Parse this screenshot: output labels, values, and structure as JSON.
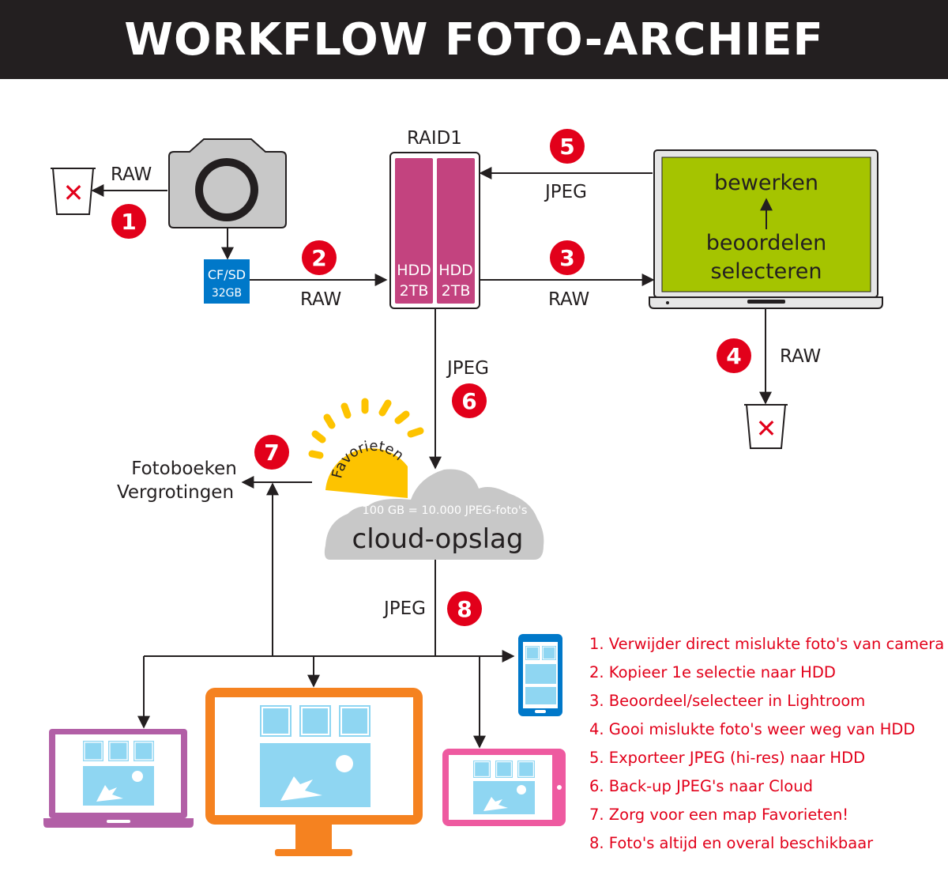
{
  "title": "WORKFLOW FOTO-ARCHIEF",
  "colors": {
    "header_bg": "#231f20",
    "accent_red": "#e2001a",
    "raid_magenta": "#c3437f",
    "laptop_screen_green": "#a5c400",
    "sd_blue": "#0078c9",
    "cloud_grey": "#c8c8c8",
    "sun_yellow": "#fdc300",
    "monitor_orange": "#f58220",
    "photo_lightblue": "#8fd6f2"
  },
  "sd_card": {
    "line1": "CF/SD",
    "line2": "32GB"
  },
  "raid": {
    "label": "RAID1",
    "disks": [
      {
        "line1": "HDD",
        "line2": "2TB"
      },
      {
        "line1": "HDD",
        "line2": "2TB"
      }
    ]
  },
  "laptop_screen": {
    "top": "bewerken",
    "middle": "beoordelen",
    "bottom": "selecteren"
  },
  "flow_labels": {
    "camera_to_trash": "RAW",
    "sd_to_raid": "RAW",
    "raid_to_laptop": "RAW",
    "laptop_to_raid": "JPEG",
    "laptop_to_trash": "RAW",
    "raid_to_cloud": "JPEG",
    "cloud_to_devices": "JPEG"
  },
  "steps": [
    "1",
    "2",
    "3",
    "4",
    "5",
    "6",
    "7",
    "8"
  ],
  "cloud": {
    "label": "cloud-opslag",
    "capacity": "100 GB = 10.000 JPEG-foto's"
  },
  "sun_label": "Favorieten",
  "output": {
    "line1": "Fotoboeken",
    "line2": "Vergrotingen"
  },
  "legend": [
    "1. Verwijder direct mislukte foto's van camera",
    "2. Kopieer 1e selectie naar HDD",
    "3. Beoordeel/selecteer in Lightroom",
    "4. Gooi mislukte foto's weer weg  van HDD",
    "5. Exporteer JPEG (hi-res) naar HDD",
    "6. Back-up JPEG's naar Cloud",
    "7. Zorg voor een map Favorieten!",
    "8. Foto's altijd en overal beschikbaar"
  ]
}
